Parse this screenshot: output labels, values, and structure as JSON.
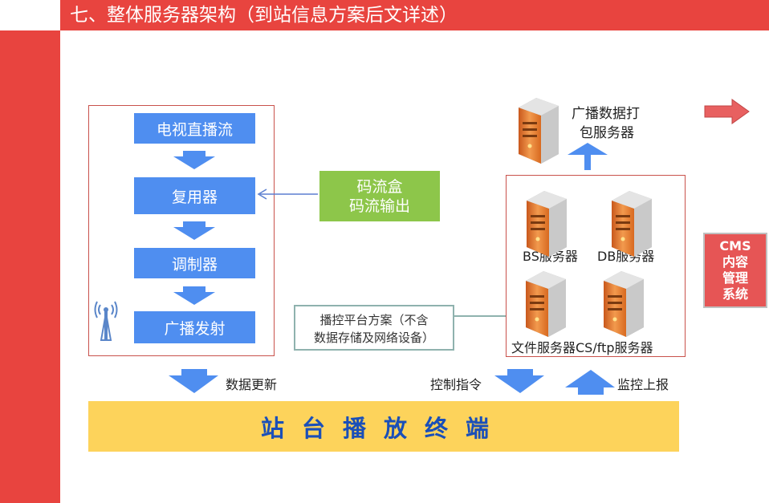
{
  "title": "七、整体服务器架构（到站信息方案后文详述）",
  "left_panel": {
    "steps": [
      "电视直播流",
      "复用器",
      "调制器",
      "广播发射"
    ]
  },
  "stream_box": {
    "line1": "码流盒",
    "line2": "码流输出"
  },
  "platform_note": {
    "line1": "播控平台方案（不含",
    "line2": "数据存储及网络设备）"
  },
  "broadcast_server": {
    "line1": "广播数据打",
    "line2": "包服务器"
  },
  "servers": [
    "BS服务器",
    "DB服务器",
    "文件服务器CS/ftp服务器"
  ],
  "cms": {
    "line1": "CMS",
    "line2": "内容",
    "line3": "管理",
    "line4": "系统"
  },
  "arrows": {
    "data_update": "数据更新",
    "control_cmd": "控制指令",
    "monitor_report": "监控上报"
  },
  "terminal": "站台播放终端",
  "colors": {
    "accent_red": "#e8443f",
    "step_blue": "#4f8ef0",
    "green": "#8dc64a",
    "terminal_yellow": "#fdd35b",
    "server_orange": "#e87a2b"
  }
}
